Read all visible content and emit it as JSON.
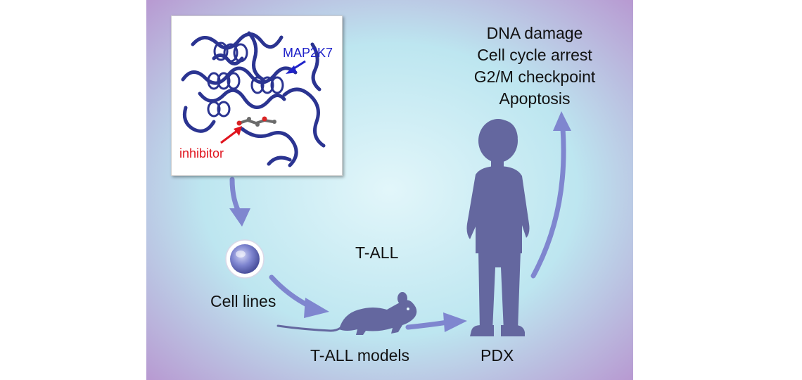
{
  "title": "T-ALL",
  "protein": {
    "target_label": "MAP2K7",
    "ligand_label": "inhibitor"
  },
  "steps": {
    "cell_lines": "Cell lines",
    "models": "T-ALL models",
    "pdx": "PDX"
  },
  "outcomes": [
    "DNA damage",
    "Cell cycle arrest",
    "G2/M checkpoint",
    "Apoptosis"
  ],
  "colors": {
    "protein": "#2b3491",
    "target_label": "#1f22c9",
    "ligand_label": "#e0141e",
    "arrow": "#7f86cf",
    "silhouette": "#64679f",
    "bg_center": "#e2f6fa",
    "bg_mid": "#bde6f0",
    "bg_edge": "#b89bd2"
  }
}
